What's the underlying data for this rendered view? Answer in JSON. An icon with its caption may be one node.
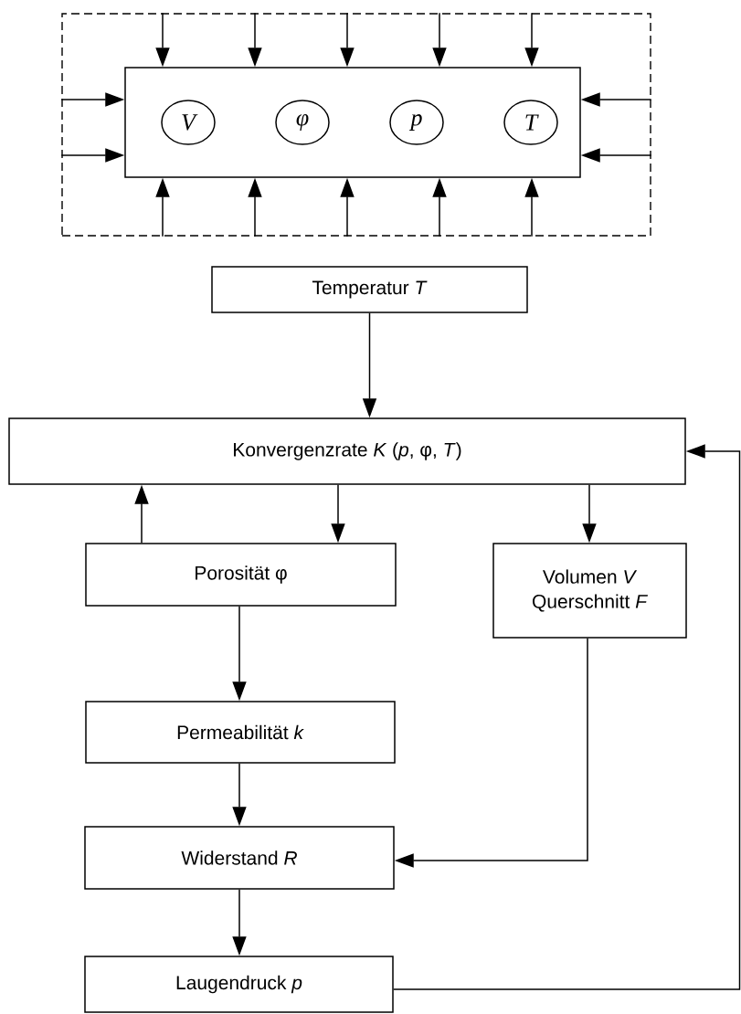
{
  "diagram": {
    "nodes": [
      {
        "text": [],
        "shape": "box"
      },
      {
        "text": [],
        "shape": "box",
        "in": 0
      },
      {
        "text": [
          "V"
        ],
        "in": 1
      },
      {
        "text": [
          "φ"
        ],
        "in": 1
      },
      {
        "text": [
          "p"
        ],
        "in": 1
      },
      {
        "text": [
          "T"
        ],
        "in": 1
      },
      {
        "text": [
          "Temperatur *T*"
        ]
      },
      {
        "text": [
          "Konvergenzrate *K* (*p*, φ, *T*)"
        ]
      },
      {
        "text": [
          "Porosität φ"
        ]
      },
      {
        "text": [
          "Volumen *V*",
          "Querschnitt *F*"
        ]
      },
      {
        "text": [
          "Permeabilität *k*"
        ]
      },
      {
        "text": [
          "Widerstand *R*"
        ]
      },
      {
        "text": [
          "Laugendruck *p*"
        ]
      }
    ],
    "edges": [
      {
        "from": 0,
        "to": 1,
        "arrow": "to"
      },
      {
        "from": 0,
        "to": 1,
        "arrow": "to"
      },
      {
        "from": 0,
        "to": 1,
        "arrow": "to"
      },
      {
        "from": 0,
        "to": 1,
        "arrow": "to"
      },
      {
        "from": 0,
        "to": 1,
        "arrow": "to"
      },
      {
        "from": 0,
        "to": 1,
        "arrow": "to"
      },
      {
        "from": 0,
        "to": 1,
        "arrow": "to"
      },
      {
        "from": 0,
        "to": 1,
        "arrow": "to"
      },
      {
        "from": 0,
        "to": 1,
        "arrow": "to"
      },
      {
        "from": 0,
        "to": 1,
        "arrow": "to"
      },
      {
        "from": 0,
        "to": 1,
        "arrow": "to"
      },
      {
        "from": 0,
        "to": 1,
        "arrow": "to"
      },
      {
        "from": 0,
        "to": 1,
        "arrow": "to"
      },
      {
        "from": 0,
        "to": 1,
        "arrow": "to"
      },
      {
        "from": 6,
        "to": 7,
        "arrow": "to"
      },
      {
        "from": 8,
        "to": 7,
        "arrow": "to"
      },
      {
        "from": 7,
        "to": 8,
        "arrow": "to"
      },
      {
        "from": 7,
        "to": 9,
        "arrow": "to"
      },
      {
        "from": 8,
        "to": 10,
        "arrow": "to"
      },
      {
        "from": 10,
        "to": 11,
        "arrow": "to"
      },
      {
        "from": 9,
        "to": 11,
        "arrow": "to"
      },
      {
        "from": 11,
        "to": 12,
        "arrow": "to"
      },
      {
        "from": 12,
        "to": 7,
        "arrow": "to"
      }
    ]
  }
}
